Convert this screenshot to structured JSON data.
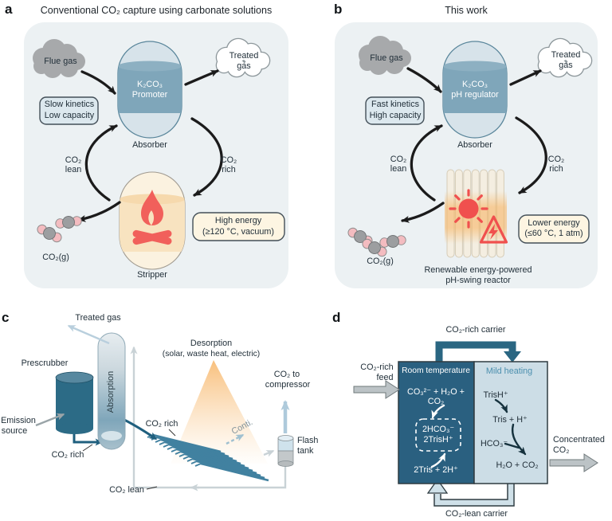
{
  "panels": {
    "a": {
      "label": "a",
      "title": "Conventional CO₂ capture using carbonate solutions",
      "flue_gas": "Flue gas",
      "treated_gas_1": "Treated",
      "treated_gas_2": "gas",
      "vessel_1": "K₂CO₃",
      "vessel_2": "Promoter",
      "absorber": "Absorber",
      "note_1": "Slow kinetics",
      "note_2": "Low capacity",
      "lean_1": "CO₂",
      "lean_2": "lean",
      "rich_1": "CO₂",
      "rich_2": "rich",
      "energy_1": "High energy",
      "energy_2": "(≥120 °C, vacuum)",
      "stripper": "Stripper",
      "co2_gas": "CO₂(g)"
    },
    "b": {
      "label": "b",
      "title": "This work",
      "flue_gas": "Flue gas",
      "treated_gas_1": "Treated",
      "treated_gas_2": "gas",
      "vessel_1": "K₂CO₃",
      "vessel_2": "pH regulator",
      "absorber": "Absorber",
      "note_1": "Fast kinetics",
      "note_2": "High capacity",
      "lean_1": "CO₂",
      "lean_2": "lean",
      "rich_1": "CO₂",
      "rich_2": "rich",
      "energy_1": "Lower energy",
      "energy_2": "(≤60 °C, 1 atm)",
      "reactor_1": "Renewable energy-powered",
      "reactor_2": "pH-swing reactor",
      "co2_gas": "CO₂(g)"
    },
    "c": {
      "label": "c",
      "treated_gas": "Treated gas",
      "prescrubber": "Prescrubber",
      "emission_1": "Emission",
      "emission_2": "source",
      "absorption": "Absorption",
      "co2_rich_a": "CO₂ rich",
      "co2_rich_b": "CO₂ rich",
      "desorption_1": "Desorption",
      "desorption_2": "(solar, waste heat, electric)",
      "conti": "Conti.",
      "co2_to_1": "CO₂ to",
      "co2_to_2": "compressor",
      "flash_1": "Flash",
      "flash_2": "tank",
      "co2_lean": "CO₂ lean"
    },
    "d": {
      "label": "d",
      "rich_carrier": "CO₂-rich carrier",
      "rich_feed_1": "CO₂-rich",
      "rich_feed_2": "feed",
      "left_header": "Room temperature",
      "right_header": "Mild heating",
      "rxn_carbonate_1": "CO₃²⁻ + H₂O +",
      "rxn_carbonate_2": "CO₂",
      "rxn_dashed_1": "2HCO₃⁻",
      "rxn_dashed_2": "2TrisH⁺",
      "rxn_tris": "2Tris + 2H⁺",
      "trish": "TrisH⁺",
      "tris_h": "Tris + H⁺",
      "hco3": "HCO₃⁻",
      "h2o_co2": "H₂O + CO₂",
      "concentrated_1": "Concentrated",
      "concentrated_2": "CO₂",
      "lean_carrier": "CO₂-lean carrier"
    }
  },
  "colors": {
    "panel_bg": "#ecf1f3",
    "teal_dark": "#2a6080",
    "teal_band": "#7fa6ba",
    "vessel_light": "#d7e3ea",
    "cream": "#fbf2e0",
    "cream_band": "#f8e3c0",
    "red": "#f1605b",
    "note_box": "#dce8ee",
    "energy_box": "#fdf5e2",
    "cloud_gray": "#a7a9ab",
    "light_blue_box": "#ccdde6"
  }
}
